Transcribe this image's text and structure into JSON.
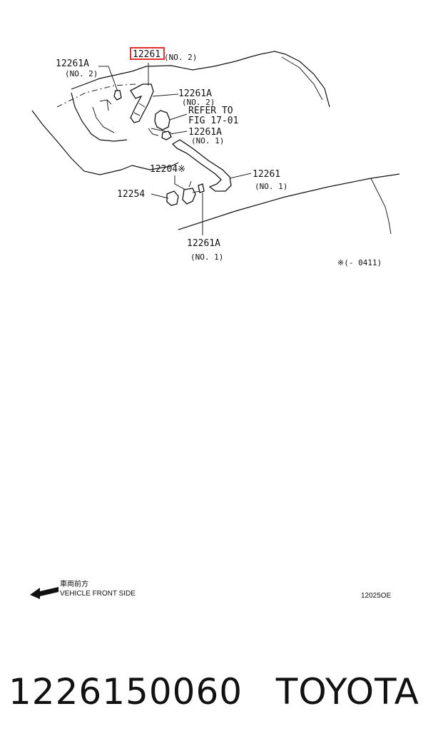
{
  "labels": {
    "hl_part": "12261",
    "hl_qual": "(NO. 2)",
    "left_top_part": "12261A",
    "left_top_qual": "(NO. 2)",
    "right_a_part": "12261A",
    "right_a_qual": "(NO. 2)",
    "refer_1": "REFER TO",
    "refer_2": "FIG 17-01",
    "right_b_part": "12261A",
    "right_b_qual": "(NO. 1)",
    "mid_part": "12204※",
    "hose_part": "12261",
    "hose_qual": "(NO. 1)",
    "left_part": "12254",
    "bottom_part": "12261A",
    "bottom_qual": "(NO. 1)",
    "note": "※(-   0411)",
    "dir_jp": "車両前方",
    "dir_en": "VEHICLE FRONT SIDE",
    "drawing_id": "12025OE"
  },
  "footer": {
    "part_number": "1226150060",
    "brand": "TOYOTA"
  },
  "colors": {
    "highlight": "#e03030"
  }
}
